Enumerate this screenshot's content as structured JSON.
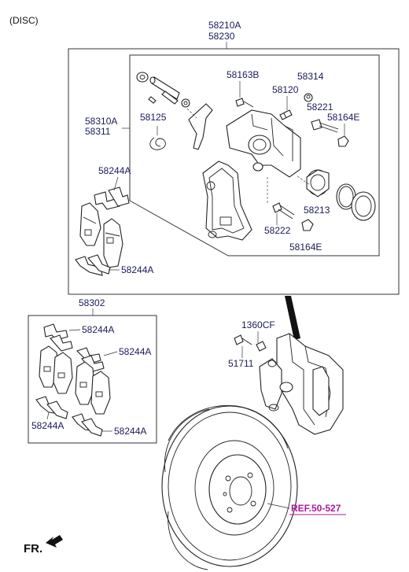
{
  "header": {
    "title": "(DISC)"
  },
  "callouts": {
    "assembly_a": "58210A",
    "assembly_b": "58230",
    "caliper_a": "58310A",
    "caliper_b": "58311",
    "part_58163b": "58163B",
    "part_58314": "58314",
    "part_58120": "58120",
    "part_58221": "58221",
    "part_58164e_top": "58164E",
    "part_58125": "58125",
    "part_58244a_1": "58244A",
    "part_58244a_2": "58244A",
    "part_58213": "58213",
    "part_58222": "58222",
    "part_58164e_bottom": "58164E",
    "pad_kit": "58302",
    "part_58244a_3": "58244A",
    "part_58244a_4": "58244A",
    "part_58244a_5": "58244A",
    "part_58244a_6": "58244A",
    "part_1360cf": "1360CF",
    "part_51711": "51711",
    "reference": "REF.50-527",
    "front_indicator": "FR."
  },
  "colors": {
    "label": "#1a1a5a",
    "reference": "#b0179a",
    "line": "#222222"
  }
}
